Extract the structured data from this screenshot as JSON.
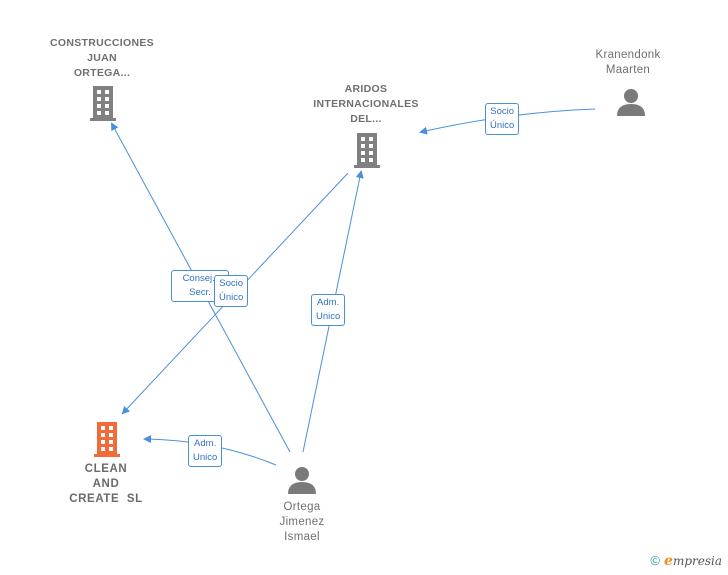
{
  "nodes": {
    "construcciones": {
      "lines": [
        "CONSTRUCCIONES",
        "JUAN",
        "ORTEGA..."
      ]
    },
    "aridos": {
      "lines": [
        "ARIDOS",
        "INTERNACIONALES",
        "DEL..."
      ]
    },
    "kranendonk": {
      "lines": [
        "Kranendonk",
        "Maarten"
      ]
    },
    "clean": {
      "lines": [
        "CLEAN",
        "AND",
        "CREATE  SL"
      ]
    },
    "ortega": {
      "lines": [
        "Ortega",
        "Jimenez",
        "Ismael"
      ]
    }
  },
  "edge_labels": {
    "kranendonk_aridos": [
      "Socio",
      "Único"
    ],
    "consej": [
      "Consej..",
      "Secr."
    ],
    "socio_unico": [
      "Socio",
      "Único"
    ],
    "adm_aridos": [
      "Adm.",
      "Unico"
    ],
    "adm_clean": [
      "Adm.",
      "Unico"
    ]
  },
  "footer": {
    "copyright": "©",
    "brand_initial": "e",
    "brand_rest": "mpresia"
  },
  "colors": {
    "edge": "#4a90d9",
    "building": "#808080",
    "main_building": "#f26b3a",
    "person": "#7a7a7a"
  }
}
